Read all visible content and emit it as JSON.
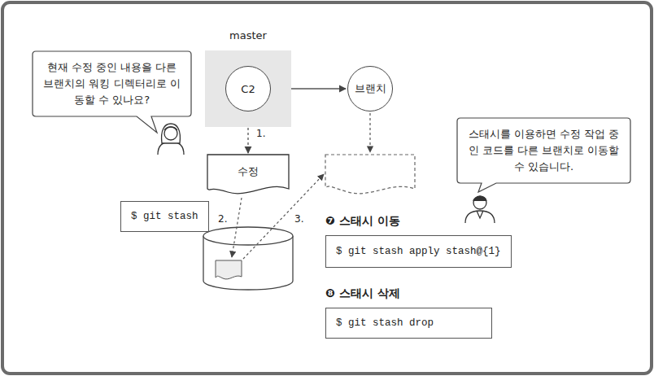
{
  "diagram": {
    "nodes": [
      {
        "text": [
          "현재 수정 중인 내용을 다른 브랜치의 워킹 디렉터리로 이동할 수 있나요?"
        ]
      },
      {
        "text": [
          "master"
        ]
      },
      {
        "text": [
          "C2"
        ],
        "in": 1
      },
      {
        "text": [
          "브랜치"
        ]
      },
      {
        "text": [
          "스태시를 이용하면 수정 작업 중인 코드를 다른 브랜치로 이동할 수 있습니다."
        ]
      },
      {
        "text": [
          "수정"
        ]
      },
      {
        "text": [
          "$ git stash"
        ]
      },
      {
        "text": [
          "❼ 스태시 이동",
          "$ git stash apply stash@{1}"
        ]
      },
      {
        "text": [
          "❽ 스태시 삭제",
          "$ git stash drop"
        ]
      }
    ],
    "edges": [
      {
        "from": 2,
        "to": 3,
        "arrow": "to"
      },
      {
        "from": 2,
        "to": 5,
        "label": "1.",
        "arrow": "to"
      }
    ],
    "labels": [
      "2.",
      "3."
    ]
  }
}
